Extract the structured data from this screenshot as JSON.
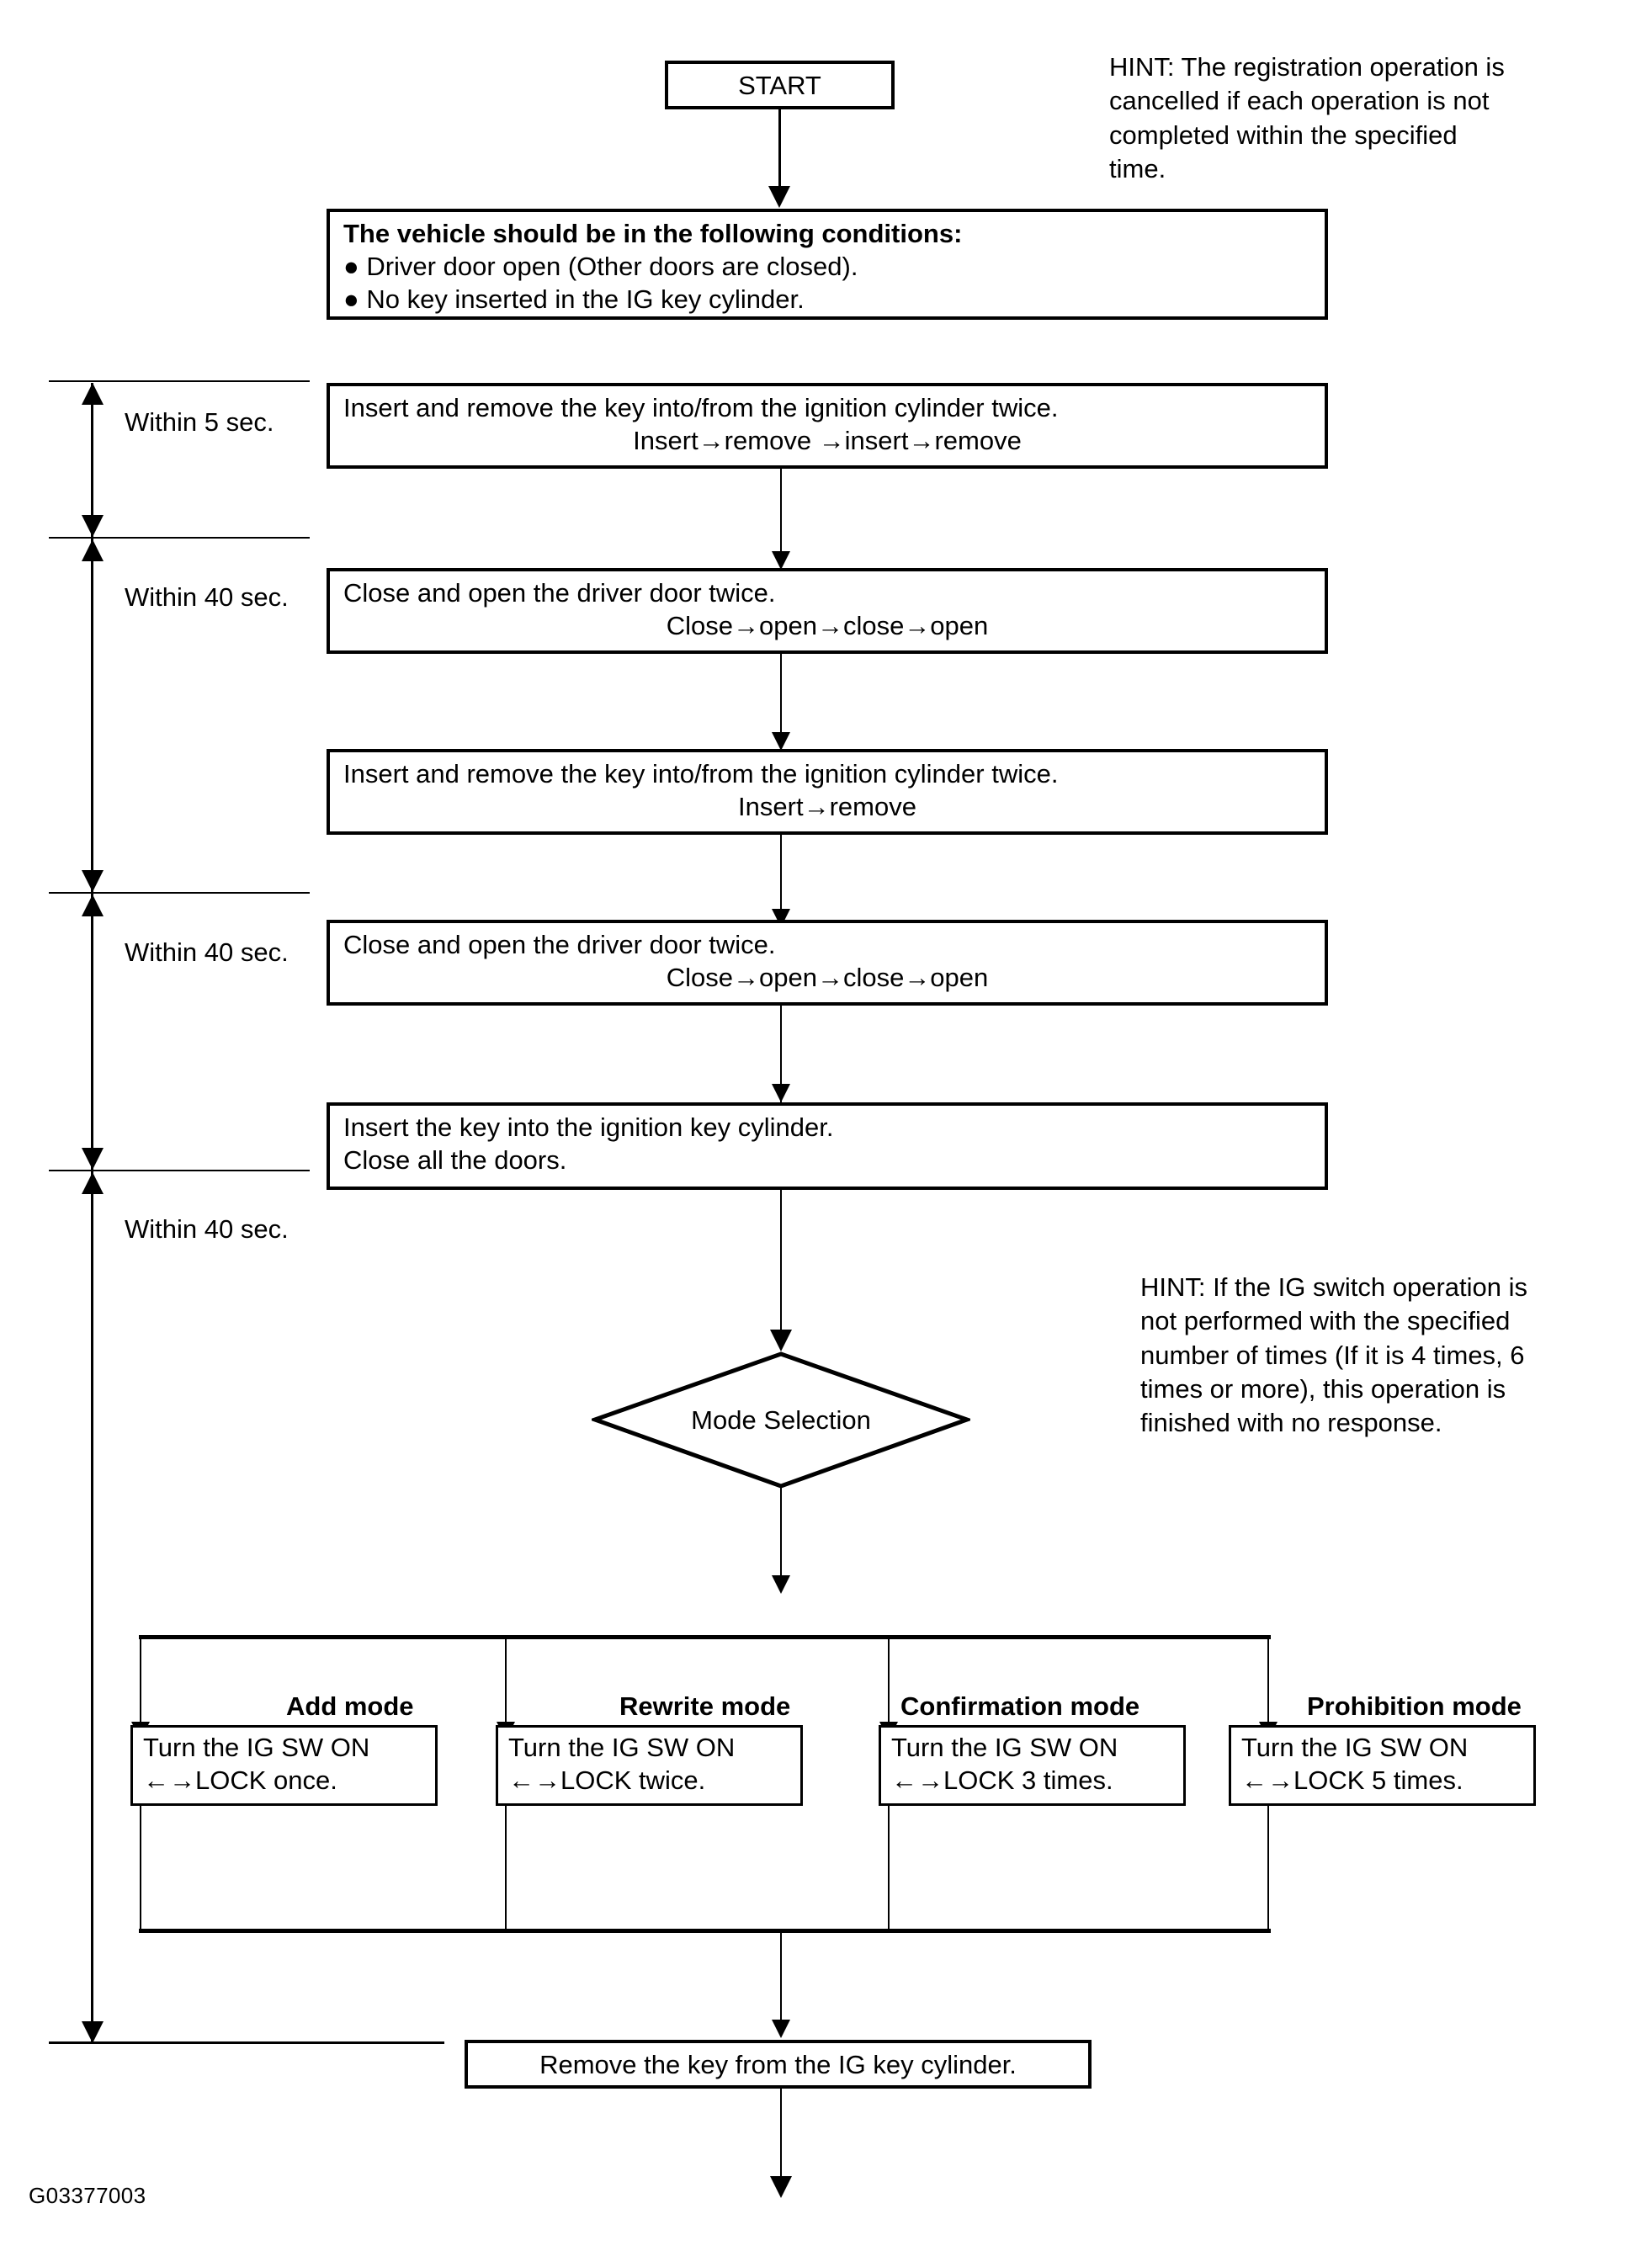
{
  "figure": {
    "code": "G03377003"
  },
  "start": {
    "label": "START"
  },
  "hints": [
    {
      "id": "hint-registration-timeout",
      "lines": [
        "HINT: The registration operation is",
        "cancelled if each operation is not",
        "completed within the specified",
        "time."
      ]
    },
    {
      "id": "hint-ig-switch-count",
      "lines": [
        "HINT: If the IG switch operation is",
        "not performed with the specified",
        "number of times (If it is 4 times, 6",
        "times or more), this operation is",
        "finished with no response."
      ]
    }
  ],
  "conditions": {
    "heading": "The vehicle should be in the following conditions:",
    "bullets": [
      "● Driver door open (Other doors are closed).",
      "● No key inserted in the IG key cylinder."
    ]
  },
  "timers": [
    {
      "id": "timer-5sec",
      "label": "Within 5 sec."
    },
    {
      "id": "timer-40sec-1",
      "label": "Within 40 sec."
    },
    {
      "id": "timer-40sec-2",
      "label": "Within 40 sec."
    },
    {
      "id": "timer-40sec-3",
      "label": "Within 40 sec."
    }
  ],
  "steps": [
    {
      "id": "step-insert-remove-twice-1",
      "line1": "Insert and remove the key into/from the ignition cylinder twice.",
      "line2": "Insert→remove →insert→remove"
    },
    {
      "id": "step-close-open-door-1",
      "line1": "Close and open the driver door twice.",
      "line2": "Close→open→close→open"
    },
    {
      "id": "step-insert-remove-twice-2",
      "line1": "Insert and remove the key into/from the ignition cylinder twice.",
      "line2": "Insert→remove"
    },
    {
      "id": "step-close-open-door-2",
      "line1": "Close and open the driver door twice.",
      "line2": "Close→open→close→open"
    },
    {
      "id": "step-insert-key-close-doors",
      "line1": "Insert the key into the ignition key cylinder.",
      "line2": "Close all the doors."
    }
  ],
  "decision": {
    "label": "Mode Selection"
  },
  "modes": [
    {
      "id": "mode-add",
      "title": "Add mode",
      "line1": "Turn the IG SW ON",
      "line2": "←→LOCK once."
    },
    {
      "id": "mode-rewrite",
      "title": "Rewrite mode",
      "line1": "Turn the IG SW ON",
      "line2": "←→LOCK twice."
    },
    {
      "id": "mode-confirmation",
      "title": "Confirmation mode",
      "line1": "Turn the IG SW ON",
      "line2": "←→LOCK 3 times."
    },
    {
      "id": "mode-prohibition",
      "title": "Prohibition mode",
      "line1": "Turn the IG SW ON",
      "line2": "←→LOCK 5 times."
    }
  ],
  "final": {
    "label": "Remove the key from the IG key cylinder."
  }
}
